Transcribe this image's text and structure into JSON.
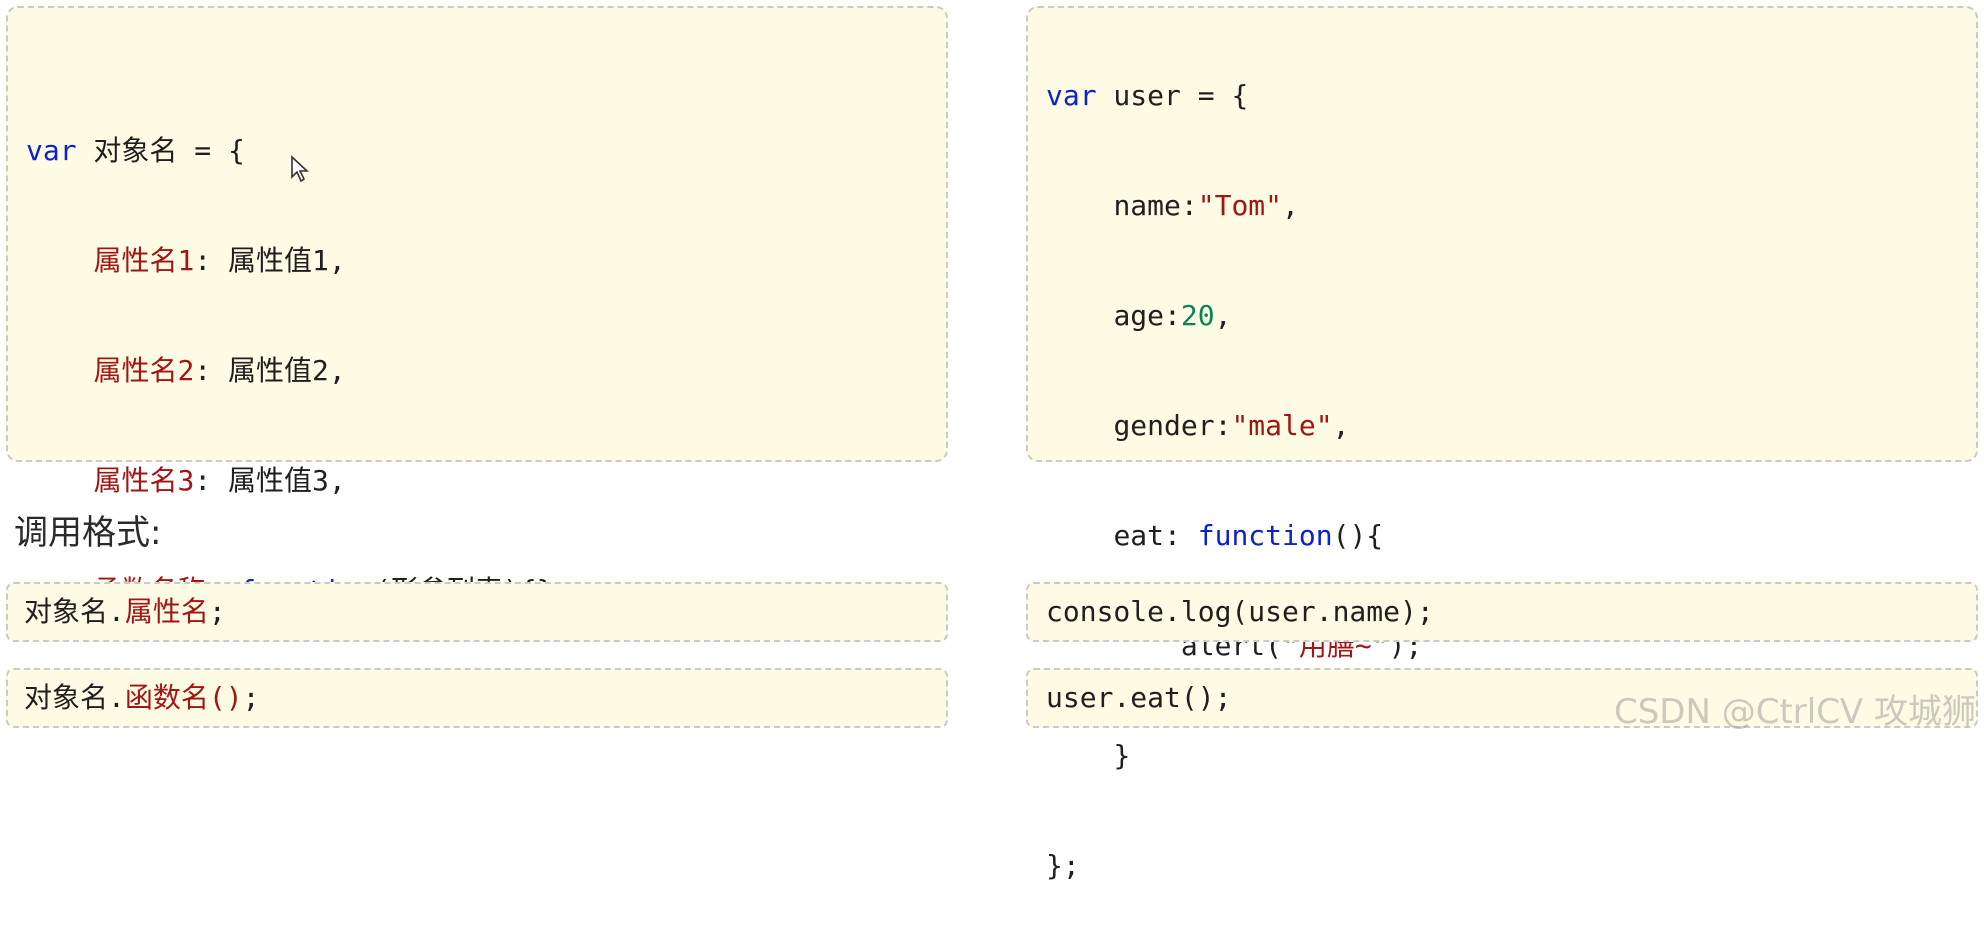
{
  "left_template": {
    "line1": {
      "kw": "var",
      "name": " 对象名 = {"
    },
    "line2": {
      "prop": "属性名1",
      "rest": ": 属性值1,"
    },
    "line3": {
      "prop": "属性名2",
      "rest": ": 属性值2,"
    },
    "line4": {
      "prop": "属性名3",
      "rest": ": 属性值3,"
    },
    "line5": {
      "prop": "函数名称",
      "sep": ": ",
      "kw": "function",
      "rest": "(形参列表){}"
    },
    "line6": "};"
  },
  "right_example": {
    "line1": {
      "kw": "var",
      "rest": " user = {"
    },
    "line2": {
      "key": "name:",
      "str": "\"Tom\"",
      "rest": ","
    },
    "line3": {
      "key": "age:",
      "num": "20",
      "rest": ","
    },
    "line4": {
      "key": "gender:",
      "str": "\"male\"",
      "rest": ","
    },
    "line5": {
      "key": "eat: ",
      "kw": "function",
      "rest": "(){"
    },
    "line6": {
      "pre": "alert(",
      "str": "\"用膳~\"",
      "rest": ");"
    },
    "line7": "}",
    "line8": "};"
  },
  "heading": "调用格式:",
  "call_prop_left": {
    "obj": "对象名.",
    "prop": "属性名",
    "rest": ";"
  },
  "call_prop_right": "console.log(user.name);",
  "call_func_left": {
    "obj": "对象名.",
    "prop": "函数名()",
    "rest": ";"
  },
  "call_func_right": "user.eat();",
  "watermark": "CSDN @CtrlCV 攻城狮"
}
